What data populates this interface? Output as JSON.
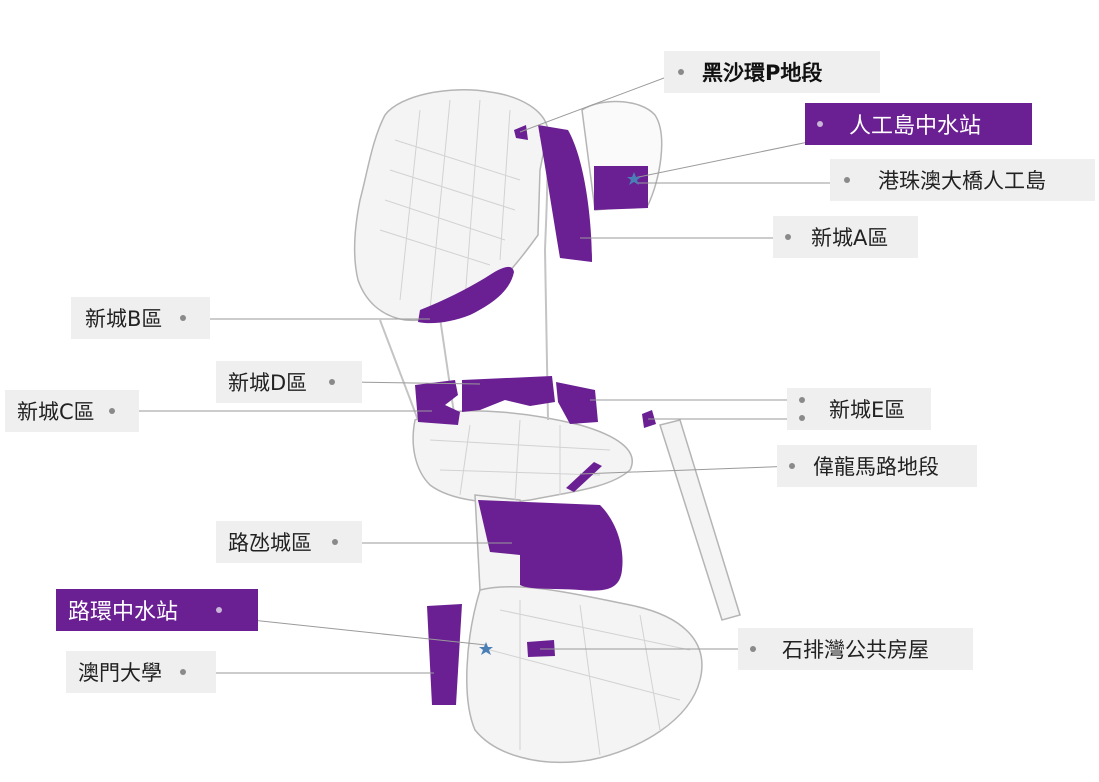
{
  "colors": {
    "zone_fill": "#6a1f93",
    "highlight_label": "#6a1f93",
    "label_bg": "#efefef",
    "leader_line": "#9a9a9a",
    "station_marker": "#4a7fb5",
    "land_outline": "#b5b5b5"
  },
  "icons": {
    "station_marker": "star-icon",
    "label_bullet": "dot-icon"
  },
  "labels": {
    "hac_sa_wan_p": "黑沙環P地段",
    "artificial_island_station": "人工島中水站",
    "hzmb_island": "港珠澳大橋人工島",
    "zone_a": "新城A區",
    "zone_b": "新城B區",
    "zone_d": "新城D區",
    "zone_c": "新城C區",
    "zone_e": "新城E區",
    "wai_long_road": "偉龍馬路地段",
    "cotai": "路氹城區",
    "coloane_station": "路環中水站",
    "university_macau": "澳門大學",
    "seac_pai_van": "石排灣公共房屋"
  }
}
